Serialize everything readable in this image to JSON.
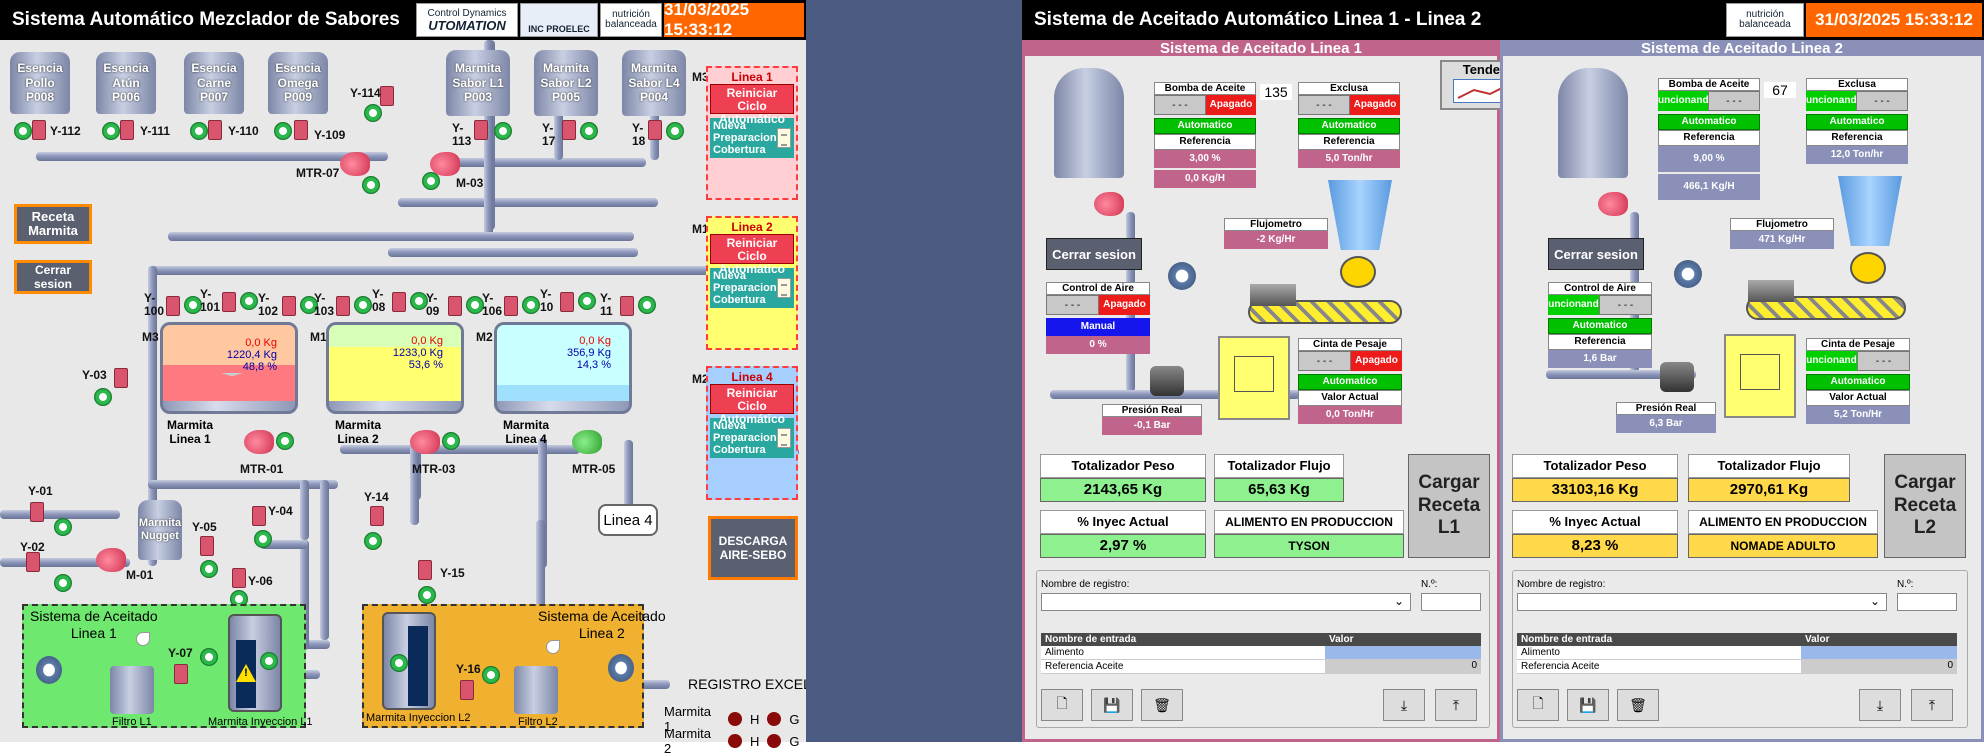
{
  "left": {
    "title": "Sistema Automático Mezclador de Sabores",
    "logo1_a": "Control Dynamics",
    "logo1_b": "UTOMATION",
    "logo2": "INC PROELEC",
    "logo3_a": "nutrición",
    "logo3_b": "balanceada",
    "datetime": "31/03/2025 15:33:12",
    "tanks": [
      {
        "name": "Esencia\nPollo",
        "code": "P008"
      },
      {
        "name": "Esencia\nAtún",
        "code": "P006"
      },
      {
        "name": "Esencia\nCarne",
        "code": "P007"
      },
      {
        "name": "Esencia\nOmega",
        "code": "P009"
      },
      {
        "name": "Marmita\nSabor L1",
        "code": "P003"
      },
      {
        "name": "Marmita\nSabor L2",
        "code": "P005"
      },
      {
        "name": "Marmita\nSabor L4",
        "code": "P004"
      }
    ],
    "valves": {
      "y112": "Y-112",
      "y111": "Y-111",
      "y110": "Y-110",
      "y109": "Y-109",
      "y114": "Y-114",
      "y113": "Y-\n113",
      "y17": "Y-\n17",
      "y18": "Y-\n18",
      "y100": "Y-\n100",
      "y101": "Y-\n101",
      "y102": "Y-\n102",
      "y103": "Y-\n103",
      "y08": "Y-\n08",
      "y09": "Y-\n09",
      "y106": "Y-\n106",
      "y10": "Y-\n10",
      "y11": "Y-\n11",
      "y03": "Y-03",
      "y01": "Y-01",
      "y02": "Y-02",
      "y05": "Y-05",
      "y04": "Y-04",
      "y06": "Y-06",
      "y07": "Y-07",
      "y14": "Y-14",
      "y15": "Y-15",
      "y16": "Y-16"
    },
    "motors": {
      "mtr07": "MTR-07",
      "m03": "M-03",
      "mtr01": "MTR-01",
      "mtr03": "MTR-03",
      "mtr05": "MTR-05",
      "m01": "M-01"
    },
    "btn_receta": "Receta\nMarmita",
    "btn_cerrar": "Cerrar sesion",
    "marmitas": [
      {
        "tag": "M3",
        "kg1": "0,0 Kg",
        "kg2": "1220,4 Kg",
        "pct": "48,8 %",
        "label": "Marmita\nLinea 1"
      },
      {
        "tag": "M1",
        "kg1": "0,0 Kg",
        "kg2": "1233,0 Kg",
        "pct": "53,6 %",
        "label": "Marmita\nLinea 2"
      },
      {
        "tag": "M2",
        "kg1": "0,0 Kg",
        "kg2": "356,9 Kg",
        "pct": "14,3 %",
        "label": "Marmita\nLinea 4"
      }
    ],
    "nugget": "Marmita\nNugget",
    "linea4_btn": "Linea 4",
    "aceitado1": "Sistema de Aceitado\nLinea 1",
    "aceitado2": "Sistema de Aceitado\nLinea 2",
    "filtro1": "Filtro L1",
    "filtro2": "Filtro L2",
    "iny1": "Marmita Inyeccion L1",
    "iny2": "Marmita Inyeccion L2",
    "line_boxes": [
      {
        "tag": "M3",
        "title": "Linea 1",
        "btn1": "Reiniciar Ciclo\nAutomático",
        "btn2": "Nueva\nPreparacion\nCobertura"
      },
      {
        "tag": "M1",
        "title": "Linea 2",
        "btn1": "Reiniciar Ciclo\nAutomático",
        "btn2": "Nueva\nPreparacion\nCobertura"
      },
      {
        "tag": "M2",
        "title": "Linea 4",
        "btn1": "Reiniciar Ciclo\nAutomático",
        "btn2": "Nueva\nPreparacion\nCobertura"
      }
    ],
    "descarga": "DESCARGA\nAIRE-SEBO",
    "registro": "REGISTRO EXCEL",
    "reg_rows": [
      {
        "name": "Marmita 1",
        "h": "H",
        "g": "G"
      },
      {
        "name": "Marmita 2",
        "h": "H",
        "g": "G"
      }
    ]
  },
  "right": {
    "title": "Sistema de Aceitado Automático Linea 1 - Linea 2",
    "logo_a": "nutrición",
    "logo_b": "balanceada",
    "datetime": "31/03/2025 15:33:12",
    "tendencias": "Tendencias",
    "l1": {
      "title": "Sistema de Aceitado Linea 1",
      "bomba": {
        "hdr": "Bomba de Aceite",
        "btn": "- - -",
        "state": "Apagado",
        "mode": "Automatico",
        "ref": "Referencia",
        "val1": "3,00 %",
        "val2": "0,0 Kg/H",
        "num": "135"
      },
      "exclusa": {
        "hdr": "Exclusa",
        "btn": "- - -",
        "state": "Apagado",
        "mode": "Automatico",
        "ref": "Referencia",
        "val": "5,0 Ton/hr"
      },
      "cerrar": "Cerrar sesion",
      "flujometro": {
        "hdr": "Flujometro",
        "val": "-2 Kg/Hr"
      },
      "aire": {
        "hdr": "Control de Aire",
        "btn": "- - -",
        "state": "Apagado",
        "mode": "Manual",
        "val": "0 %"
      },
      "cinta": {
        "hdr": "Cinta de Pesaje",
        "btn": "- - -",
        "state": "Apagado",
        "mode": "Automatico",
        "ref": "Valor Actual",
        "val": "0,0 Ton/Hr"
      },
      "presion": {
        "hdr": "Presión Real",
        "val": "-0,1 Bar"
      },
      "tot_peso_lbl": "Totalizador Peso",
      "tot_peso": "2143,65 Kg",
      "tot_flujo_lbl": "Totalizador Flujo",
      "tot_flujo": "65,63 Kg",
      "iny_lbl": "% Inyec Actual",
      "iny": "2,97 %",
      "alim_lbl": "ALIMENTO EN PRODUCCION",
      "alim": "TYSON",
      "cargar": "Cargar\nReceta\nL1"
    },
    "l2": {
      "title": "Sistema de Aceitado Linea 2",
      "bomba": {
        "hdr": "Bomba de Aceite",
        "btn": "- - -",
        "state": "uncionand",
        "mode": "Automatico",
        "ref": "Referencia",
        "val1": "9,00 %",
        "val2": "466,1 Kg/H",
        "num": "67"
      },
      "exclusa": {
        "hdr": "Exclusa",
        "btn": "- - -",
        "state": "uncionand",
        "mode": "Automatico",
        "ref": "Referencia",
        "val": "12,0 Ton/hr"
      },
      "cerrar": "Cerrar sesion",
      "flujometro": {
        "hdr": "Flujometro",
        "val": "471 Kg/Hr"
      },
      "aire": {
        "hdr": "Control de Aire",
        "btn": "- - -",
        "state": "uncionand",
        "mode": "Automatico",
        "ref": "Referencia",
        "val": "1,6 Bar"
      },
      "cinta": {
        "hdr": "Cinta de Pesaje",
        "btn": "- - -",
        "state": "uncionand",
        "mode": "Automatico",
        "ref": "Valor Actual",
        "val": "5,2 Ton/Hr"
      },
      "presion": {
        "hdr": "Presión Real",
        "val": "6,3 Bar"
      },
      "tot_peso_lbl": "Totalizador Peso",
      "tot_peso": "33103,16 Kg",
      "tot_flujo_lbl": "Totalizador Flujo",
      "tot_flujo": "2970,61 Kg",
      "iny_lbl": "% Inyec Actual",
      "iny": "8,23 %",
      "alim_lbl": "ALIMENTO EN PRODUCCION",
      "alim": "NOMADE ADULTO",
      "cargar": "Cargar\nReceta\nL2"
    },
    "form": {
      "nombre": "Nombre de registro:",
      "no": "N.º:",
      "col1": "Nombre de entrada",
      "col2": "Valor",
      "row1": "Alimento",
      "row2": "Referencia Aceite",
      "row2val": "0"
    }
  },
  "colors": {
    "accent_orange": "#ff6600",
    "pipe": "#8a94b8",
    "pink_header": "#c0648c",
    "blue_header": "#8a90b8"
  }
}
